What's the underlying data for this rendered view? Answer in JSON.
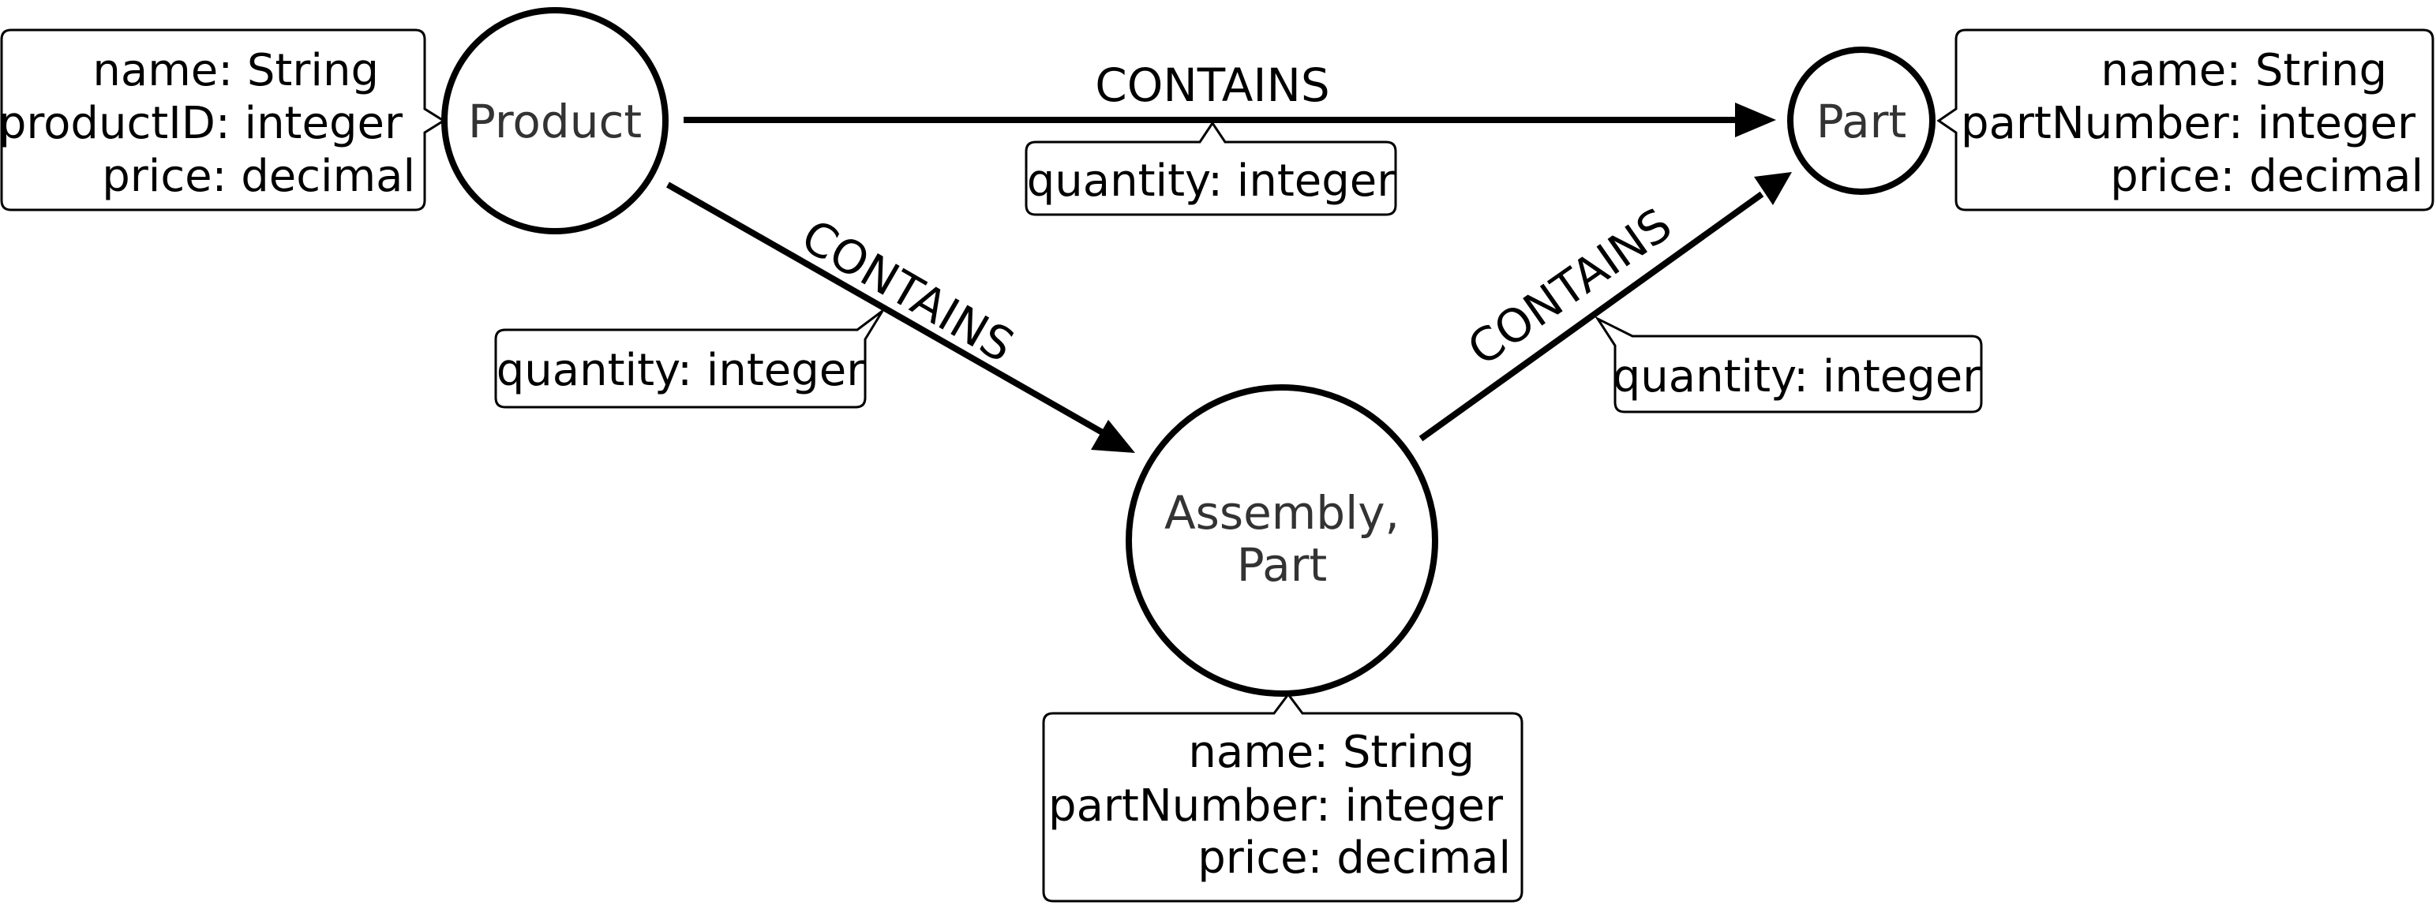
{
  "nodes": {
    "product": {
      "label": "Product",
      "properties": [
        "name: String",
        "productID: integer",
        "price: decimal"
      ]
    },
    "part": {
      "label": "Part",
      "properties": [
        "name: String",
        "partNumber: integer",
        "price: decimal"
      ]
    },
    "assembly": {
      "label_line1": "Assembly,",
      "label_line2": "Part",
      "properties": [
        "name: String",
        "partNumber: integer",
        "price: decimal"
      ]
    }
  },
  "edges": {
    "product_part": {
      "label": "CONTAINS",
      "property": "quantity: integer"
    },
    "product_assembly": {
      "label": "CONTAINS",
      "property": "quantity: integer"
    },
    "assembly_part": {
      "label": "CONTAINS",
      "property": "quantity: integer"
    }
  },
  "colors": {
    "stroke": "#000000",
    "node_text": "#333333",
    "background": "#ffffff"
  }
}
